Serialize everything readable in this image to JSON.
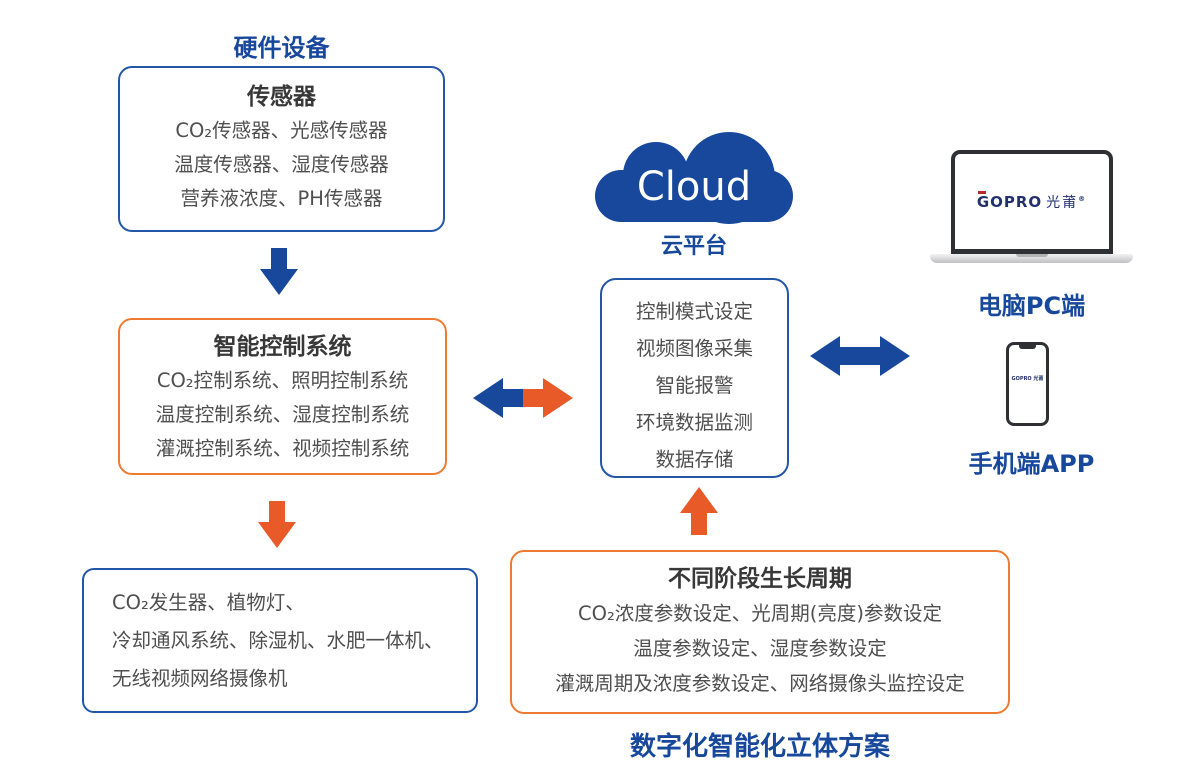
{
  "colors": {
    "blue": "#17489b",
    "blue_border": "#2356a7",
    "orange": "#e85a28",
    "orange_border": "#ef7b33",
    "body_text": "#4f4f4f",
    "title_text": "#383838",
    "logo_navy": "#23306e",
    "logo_red": "#c0272d"
  },
  "labels": {
    "hardware": "硬件设备",
    "cloud": "Cloud",
    "cloud_platform": "云平台",
    "pc": "电脑PC端",
    "phone": "手机端APP",
    "solution": "数字化智能化立体方案"
  },
  "boxes": {
    "sensor": {
      "title": "传感器",
      "lines": [
        "CO₂传感器、光感传感器",
        "温度传感器、湿度传感器",
        "营养液浓度、PH传感器"
      ]
    },
    "control": {
      "title": "智能控制系统",
      "lines": [
        "CO₂控制系统、照明控制系统",
        "温度控制系统、湿度控制系统",
        "灌溉控制系统、视频控制系统"
      ]
    },
    "devices": {
      "lines": [
        "CO₂发生器、植物灯、",
        "冷却通风系统、除湿机、水肥一体机、",
        "无线视频网络摄像机"
      ]
    },
    "platform": {
      "lines": [
        "控制模式设定",
        "视频图像采集",
        "智能报警",
        "环境数据监测",
        "数据存储"
      ]
    },
    "growth": {
      "title": "不同阶段生长周期",
      "lines": [
        "CO₂浓度参数设定、光周期(亮度)参数设定",
        "温度参数设定、湿度参数设定",
        "灌溉周期及浓度参数设定、网络摄像头监控设定"
      ]
    }
  },
  "logo": {
    "brand": "GOPRO",
    "cn": "光莆",
    "reg": "®"
  },
  "icons": {
    "cloud": "cloud-shape",
    "arrow_sensor_to_control": "down-arrow-blue",
    "arrow_control_to_devices": "down-arrow-orange",
    "arrow_growth_to_platform": "up-arrow-orange",
    "arrow_control_platform": "left-right-arrow-bicolor",
    "arrow_platform_clients": "left-right-arrow-blue",
    "laptop": "laptop-device",
    "phone": "smartphone-device"
  }
}
